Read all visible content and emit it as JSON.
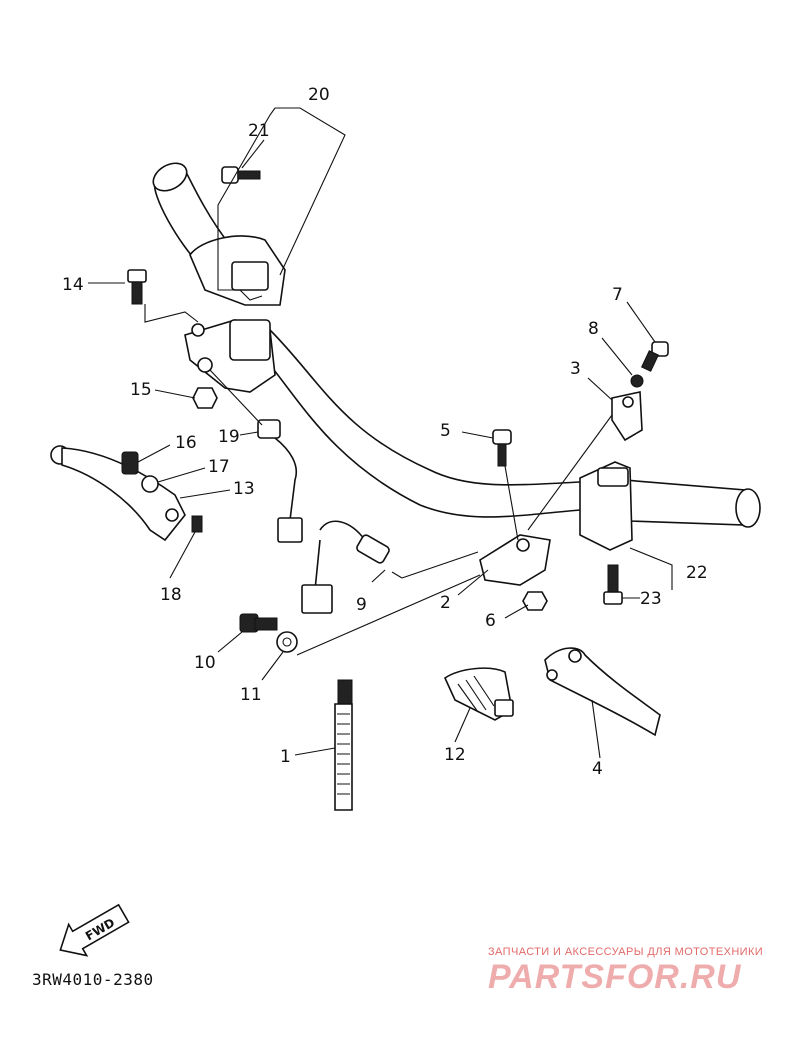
{
  "diagram_code": "3RW4010-2380",
  "fwd_label": "FWD",
  "watermark": {
    "tagline": "ЗАПЧАСТИ И АКСЕССУАРЫ ДЛЯ МОТОТЕХНИКИ",
    "brand": "PARTSFOR.RU",
    "color": "#e36a6a"
  },
  "labels": {
    "p1": "1",
    "p2": "2",
    "p3": "3",
    "p4": "4",
    "p5": "5",
    "p6": "6",
    "p7": "7",
    "p8": "8",
    "p9": "9",
    "p10": "10",
    "p11": "11",
    "p12": "12",
    "p13": "13",
    "p14": "14",
    "p15": "15",
    "p16": "16",
    "p17": "17",
    "p18": "18",
    "p19": "19",
    "p20": "20",
    "p21": "21",
    "p22": "22",
    "p23": "23"
  }
}
